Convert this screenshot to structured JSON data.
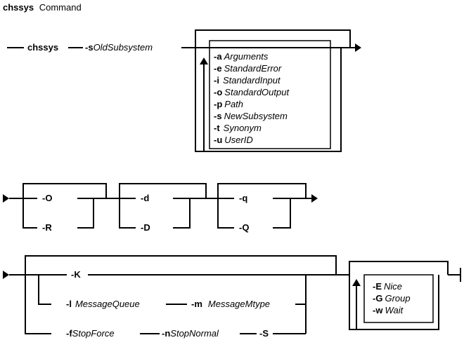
{
  "title": {
    "command": "chssys",
    "suffix": "Command"
  },
  "row1": {
    "command": "chssys",
    "required_flag": "-s",
    "required_arg": "OldSubsystem",
    "options": [
      {
        "flag": "-a",
        "arg": "Arguments"
      },
      {
        "flag": "-e",
        "arg": "StandardError"
      },
      {
        "flag": "-i",
        "arg": "StandardInput"
      },
      {
        "flag": "-o",
        "arg": "StandardOutput"
      },
      {
        "flag": "-p",
        "arg": "Path"
      },
      {
        "flag": "-s",
        "arg": "NewSubsystem"
      },
      {
        "flag": "-t",
        "arg": "Synonym"
      },
      {
        "flag": "-u",
        "arg": "UserID"
      }
    ]
  },
  "row2": {
    "groups": [
      [
        "-O",
        "-R"
      ],
      [
        "-d",
        "-D"
      ],
      [
        "-q",
        "-Q"
      ]
    ]
  },
  "row3": {
    "k_flag": "-K",
    "branch2": {
      "flag1": "-l",
      "arg1": "MessageQueue",
      "flag2": "-m",
      "arg2": "MessageMtype"
    },
    "branch3": {
      "flag1": "-f",
      "arg1": "StopForce",
      "flag2": "-n",
      "arg2": "StopNormal",
      "flag3": "-S"
    },
    "repeat_options": [
      {
        "flag": "-E",
        "arg": "Nice"
      },
      {
        "flag": "-G",
        "arg": "Group"
      },
      {
        "flag": "-w",
        "arg": "Wait"
      }
    ]
  }
}
